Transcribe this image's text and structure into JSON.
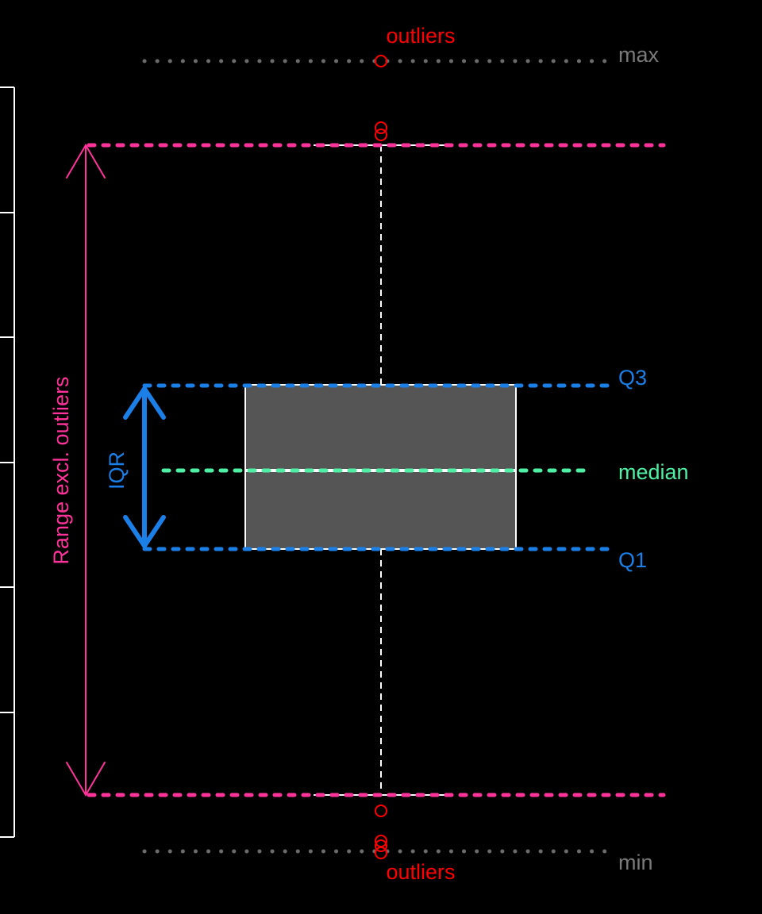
{
  "labels": {
    "outliers_top": "outliers",
    "outliers_bottom": "outliers",
    "max": "max",
    "min": "min",
    "q3": "Q3",
    "median": "median",
    "q1": "Q1",
    "iqr": "IQR",
    "range": "Range excl. outliers"
  },
  "colors": {
    "background": "#000000",
    "outlier": "#ff0000",
    "minmax": "#6b6b6b",
    "minmax_text": "#7a7a7a",
    "range": "#ff3399",
    "quartile": "#1a7fe6",
    "median": "#4ef0a6",
    "box_fill": "#555555",
    "box_stroke": "#ffffff",
    "axis": "#ffffff"
  }
}
